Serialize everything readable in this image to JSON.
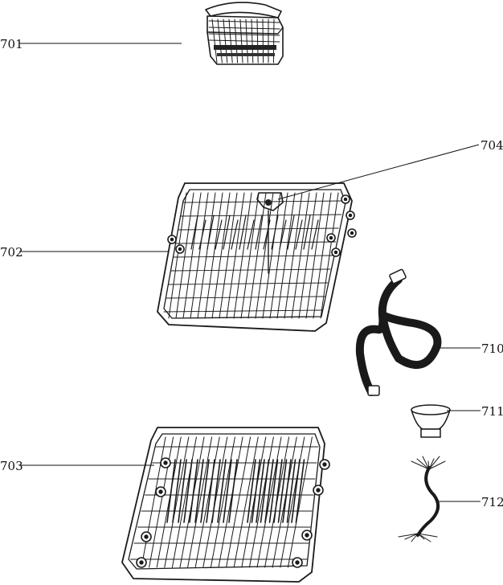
{
  "diagram": {
    "parts": [
      {
        "id": "701",
        "label": "701",
        "part": "cutlery-basket"
      },
      {
        "id": "702",
        "label": "702",
        "part": "upper-rack"
      },
      {
        "id": "703",
        "label": "703",
        "part": "lower-rack"
      },
      {
        "id": "704",
        "label": "704",
        "part": "spray-arm-connector"
      },
      {
        "id": "710",
        "label": "710",
        "part": "water-inlet-hose"
      },
      {
        "id": "711",
        "label": "711",
        "part": "rinse-aid-cap"
      },
      {
        "id": "712",
        "label": "712",
        "part": "wire-harness"
      }
    ]
  }
}
